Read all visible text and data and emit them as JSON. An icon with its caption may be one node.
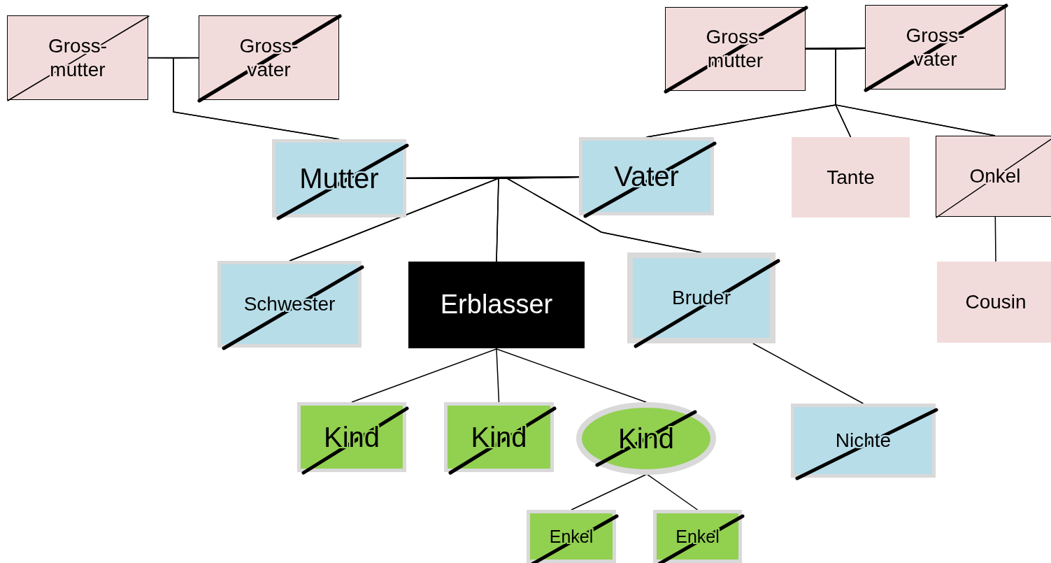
{
  "diagram": {
    "nodes": [
      {
        "text": [
          "Gross- mutter"
        ]
      },
      {
        "text": [
          "Gross- vater"
        ]
      },
      {
        "text": [
          "Gross- mutter"
        ]
      },
      {
        "text": [
          "Gross- vater"
        ]
      },
      {
        "text": [
          "Mutter"
        ]
      },
      {
        "text": [
          "Vater"
        ]
      },
      {
        "text": [
          "Tante"
        ]
      },
      {
        "text": [
          "Onkel"
        ]
      },
      {
        "text": [
          "Schwester"
        ]
      },
      {
        "text": [
          "Erblasser"
        ]
      },
      {
        "text": [
          "Bruder"
        ]
      },
      {
        "text": [
          "Cousin"
        ]
      },
      {
        "text": [
          "Kind"
        ]
      },
      {
        "text": [
          "Kind"
        ]
      },
      {
        "text": [
          "Kind"
        ]
      },
      {
        "text": [
          "Nichte"
        ]
      },
      {
        "text": [
          "Enkel"
        ]
      },
      {
        "text": [
          "Enkel"
        ]
      }
    ],
    "edges": [
      {
        "from": 0,
        "to": 1,
        "arrow": "none"
      },
      {
        "from": 0,
        "to": 4,
        "arrow": "none"
      },
      {
        "from": 1,
        "to": 4,
        "arrow": "none"
      },
      {
        "from": 2,
        "to": 3,
        "arrow": "none"
      },
      {
        "from": 2,
        "to": 5,
        "arrow": "none"
      },
      {
        "from": 3,
        "to": 5,
        "arrow": "none"
      },
      {
        "from": 2,
        "to": 6,
        "arrow": "none"
      },
      {
        "from": 3,
        "to": 6,
        "arrow": "none"
      },
      {
        "from": 2,
        "to": 7,
        "arrow": "none"
      },
      {
        "from": 3,
        "to": 7,
        "arrow": "none"
      },
      {
        "from": 4,
        "to": 5,
        "arrow": "none"
      },
      {
        "from": 4,
        "to": 8,
        "arrow": "none"
      },
      {
        "from": 5,
        "to": 8,
        "arrow": "none"
      },
      {
        "from": 4,
        "to": 9,
        "arrow": "none"
      },
      {
        "from": 5,
        "to": 9,
        "arrow": "none"
      },
      {
        "from": 4,
        "to": 10,
        "arrow": "none"
      },
      {
        "from": 5,
        "to": 10,
        "arrow": "none"
      },
      {
        "from": 10,
        "to": 15,
        "arrow": "none"
      },
      {
        "from": 7,
        "to": 11,
        "arrow": "none"
      },
      {
        "from": 9,
        "to": 12,
        "arrow": "none"
      },
      {
        "from": 9,
        "to": 13,
        "arrow": "none"
      },
      {
        "from": 9,
        "to": 14,
        "arrow": "none"
      },
      {
        "from": 14,
        "to": 16,
        "arrow": "none"
      },
      {
        "from": 14,
        "to": 17,
        "arrow": "none"
      }
    ]
  }
}
